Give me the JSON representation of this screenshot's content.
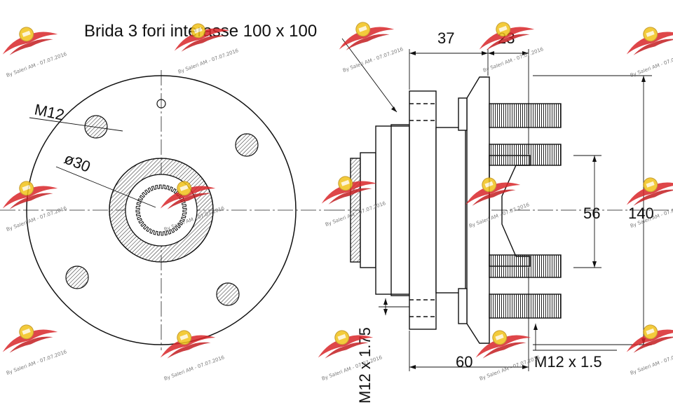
{
  "title": "Brida 3 fori interasse 100 x 100",
  "labels": {
    "m12": "M12",
    "dia30": "ø30",
    "thread_stud": "M12 x 1.5",
    "thread_hub": "M12 x 1.75"
  },
  "dimensions": {
    "d37": "37",
    "d23": "23",
    "d56": "56",
    "d140": "140",
    "d60": "60"
  },
  "watermark": {
    "text": "By Saleri AM - 07.07.2016",
    "color": "#d11a1a"
  }
}
